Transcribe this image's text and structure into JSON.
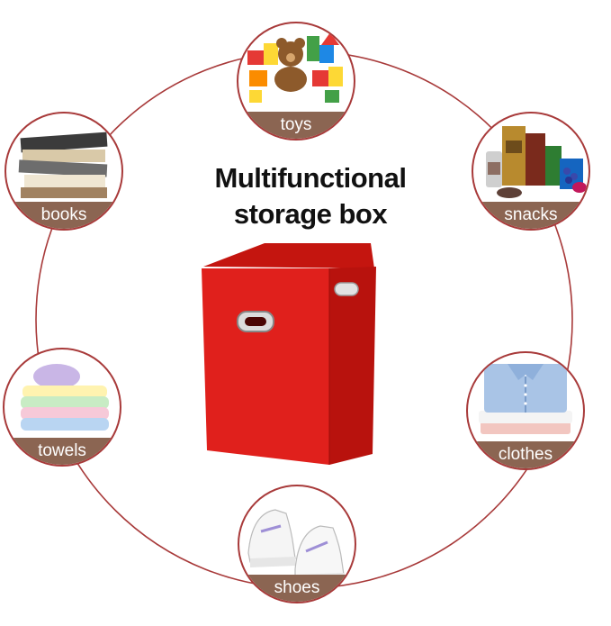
{
  "title_line1": "Multifunctional",
  "title_line2": "storage box",
  "colors": {
    "ring": "#a83a3a",
    "label_bg": "#8b6552",
    "box_red": "#e0201c"
  },
  "items": [
    {
      "label": "toys",
      "icon": "toys-icon"
    },
    {
      "label": "snacks",
      "icon": "snacks-icon"
    },
    {
      "label": "clothes",
      "icon": "clothes-icon"
    },
    {
      "label": "shoes",
      "icon": "shoes-icon"
    },
    {
      "label": "towels",
      "icon": "towels-icon"
    },
    {
      "label": "books",
      "icon": "books-icon"
    }
  ]
}
